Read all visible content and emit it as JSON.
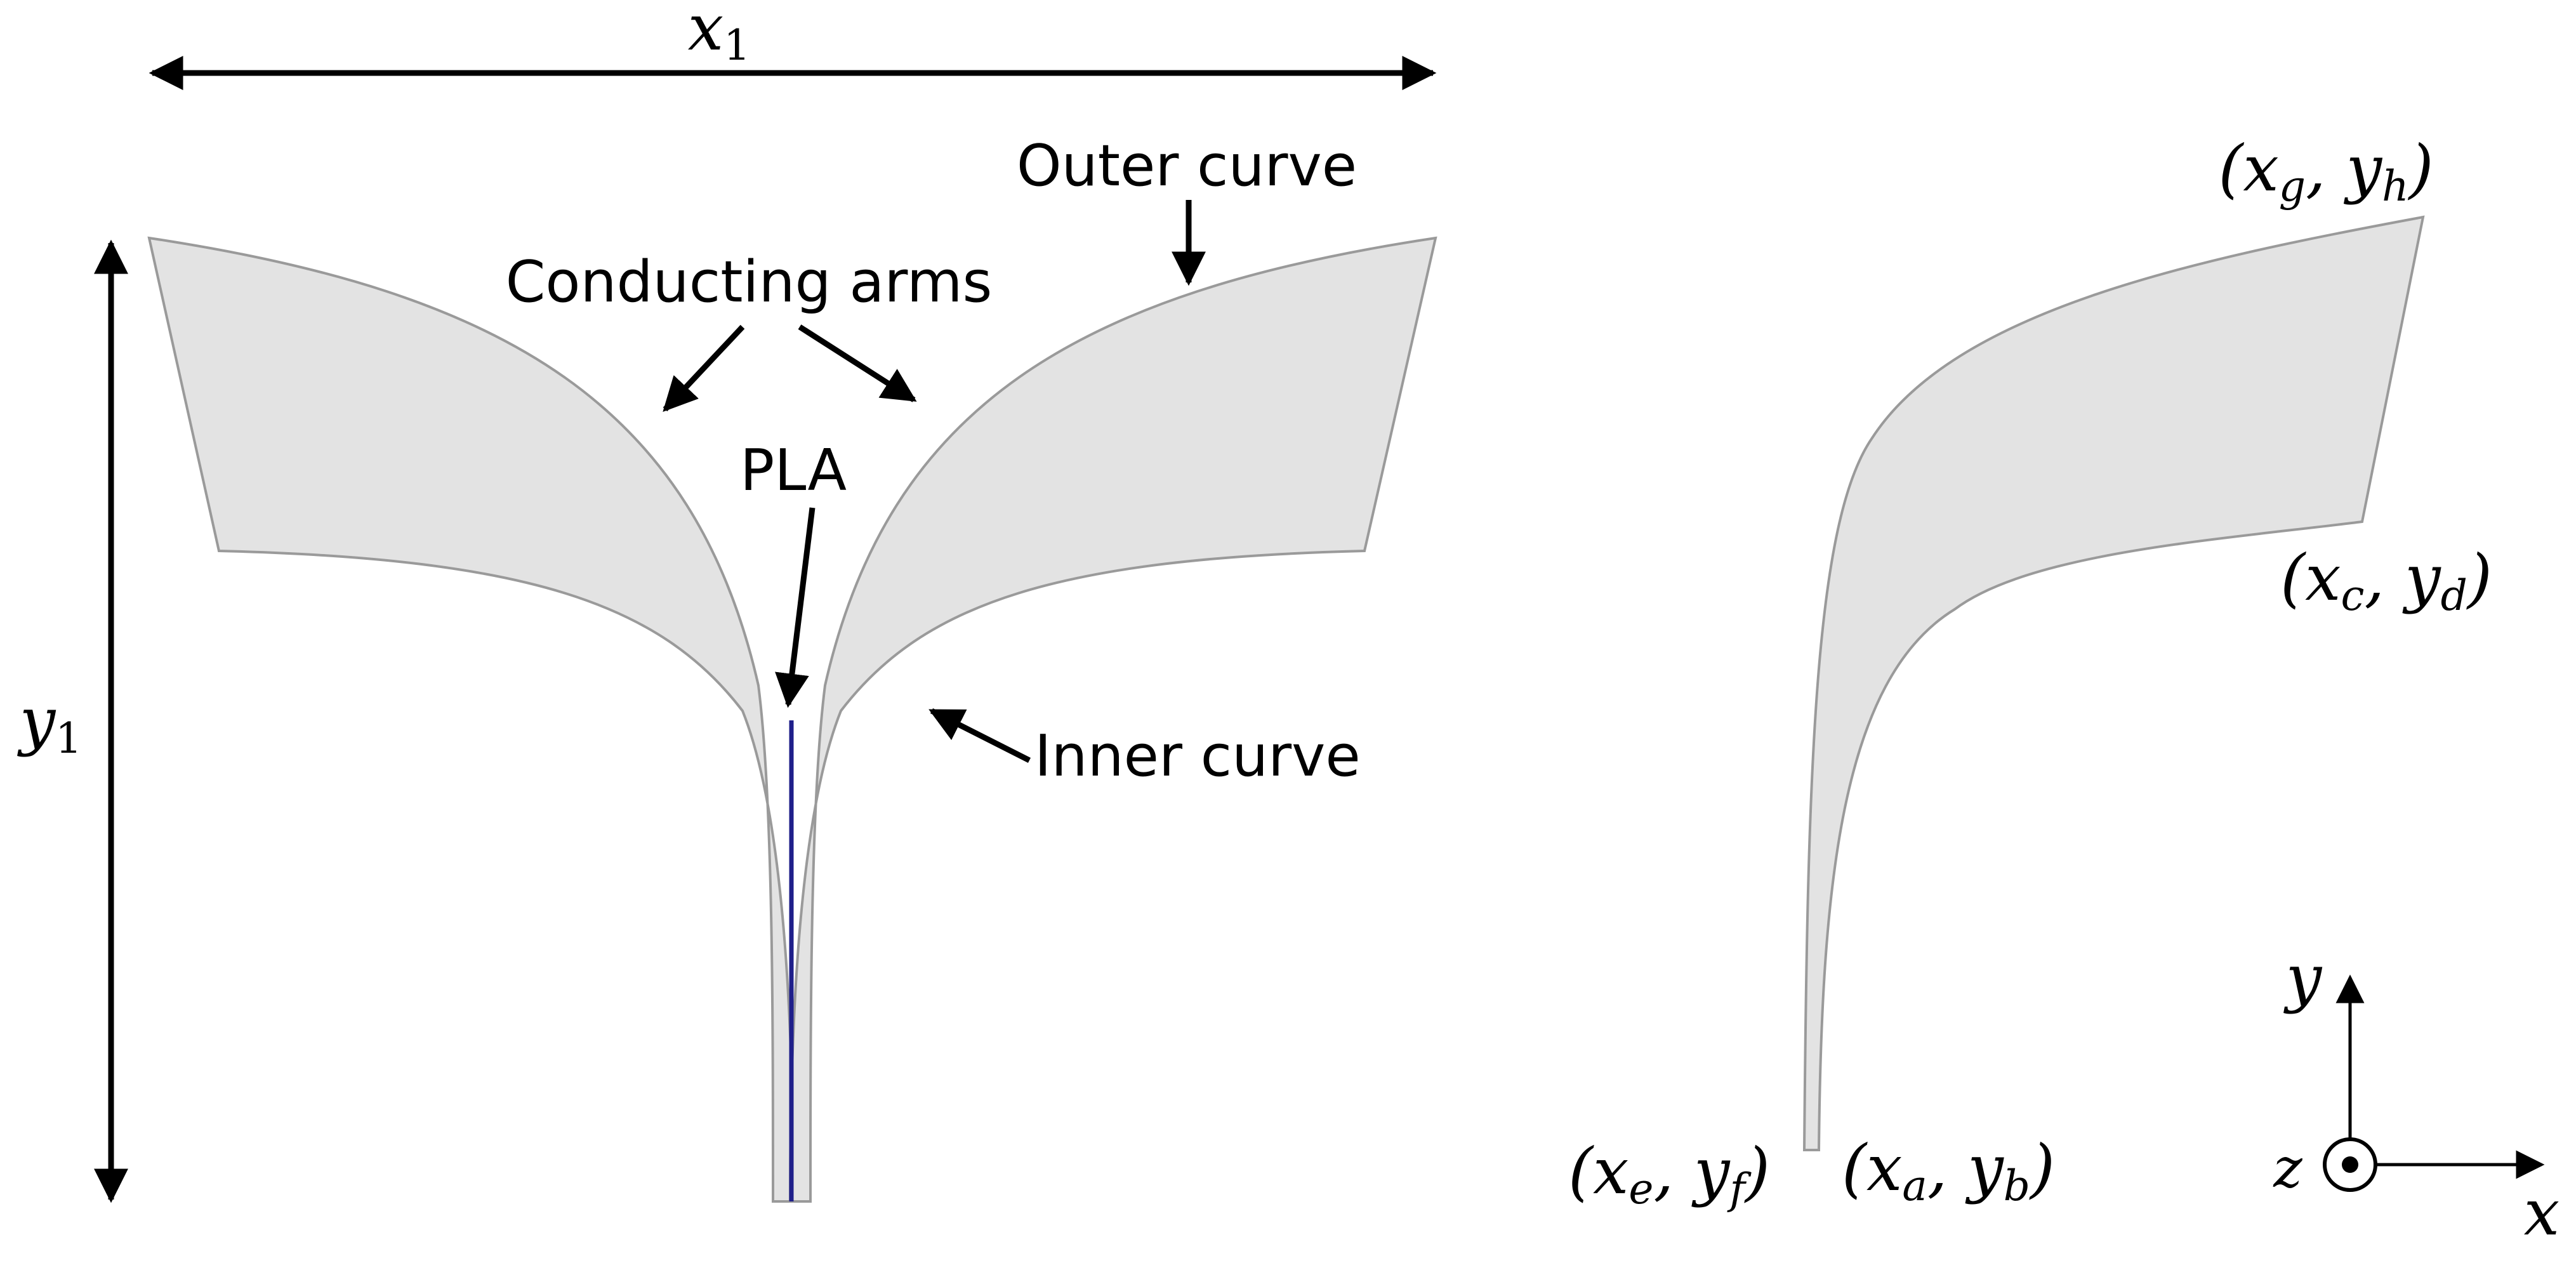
{
  "colors": {
    "arm_fill": "#e3e3e3",
    "arm_stroke": "#9a9a9a",
    "pla_line": "#1f1f8a",
    "ink": "#000000"
  },
  "dimensions": {
    "width_var": "x",
    "width_sub": "1",
    "height_var": "y",
    "height_sub": "1"
  },
  "labels": {
    "outer_curve": "Outer curve",
    "conducting_arms": "Conducting arms",
    "pla": "PLA",
    "inner_curve": "Inner curve"
  },
  "points": {
    "g_h": {
      "v1": "x",
      "s1": "g",
      "v2": "y",
      "s2": "h"
    },
    "c_d": {
      "v1": "x",
      "s1": "c",
      "v2": "y",
      "s2": "d"
    },
    "e_f": {
      "v1": "x",
      "s1": "e",
      "v2": "y",
      "s2": "f"
    },
    "a_b": {
      "v1": "x",
      "s1": "a",
      "v2": "y",
      "s2": "b"
    }
  },
  "axes": {
    "x": "x",
    "y": "y",
    "z": "z"
  }
}
